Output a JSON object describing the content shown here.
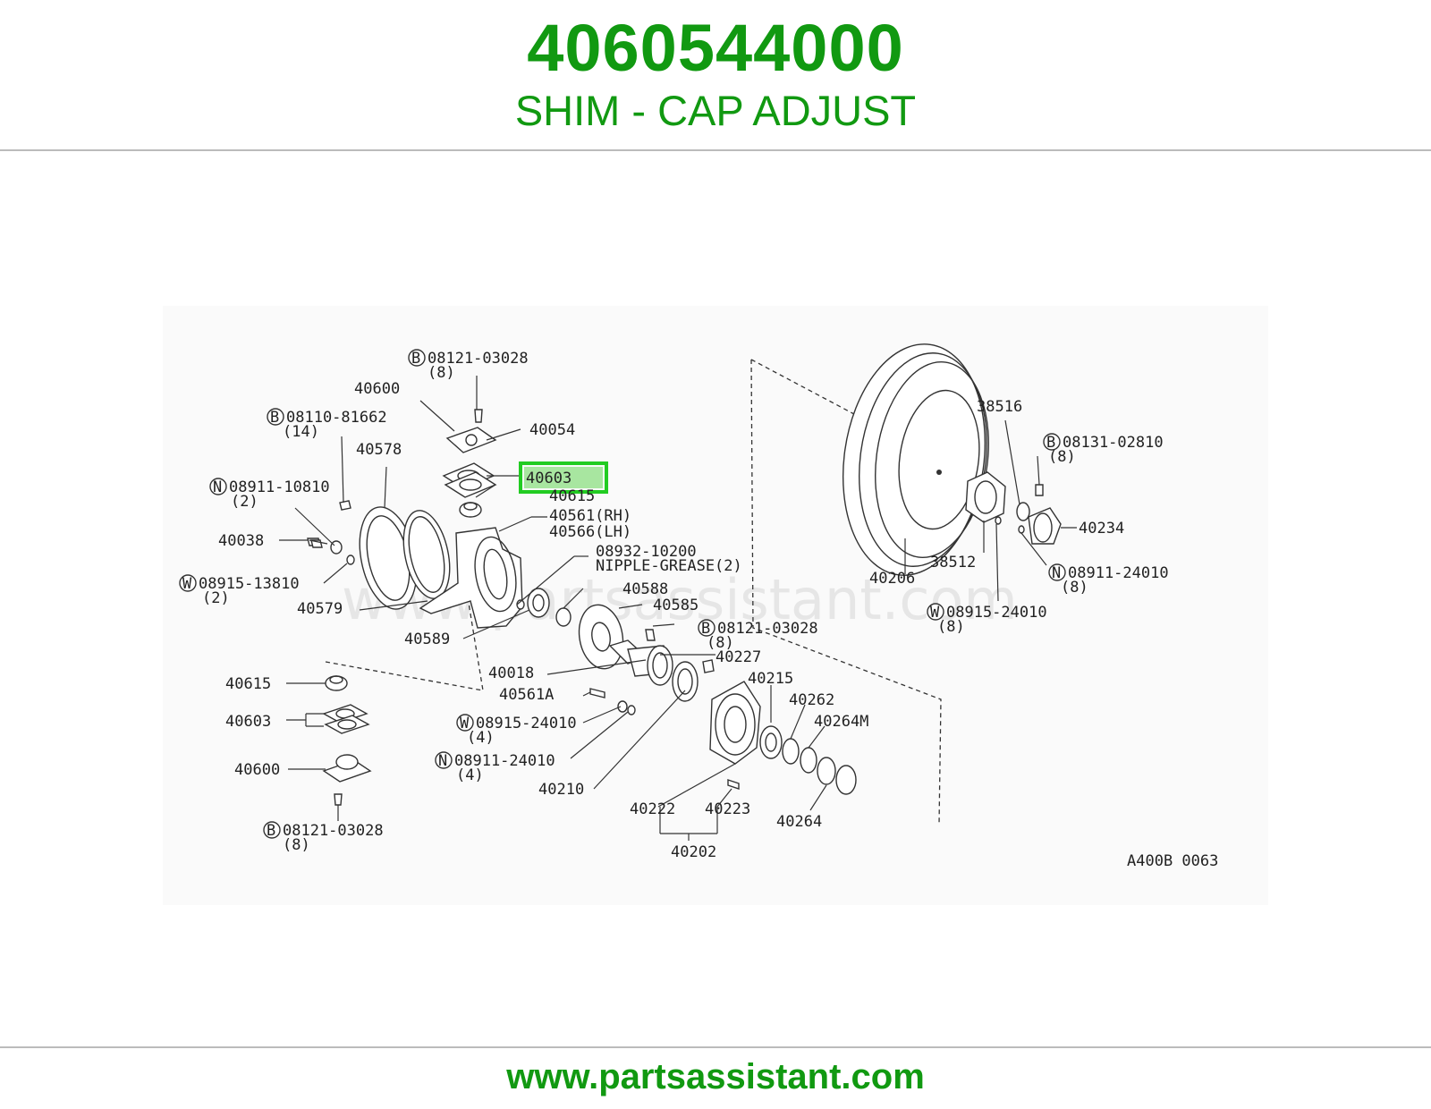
{
  "header": {
    "part_number": "4060544000",
    "description": "SHIM - CAP ADJUST"
  },
  "footer": {
    "url": "www.partsassistant.com"
  },
  "diagram": {
    "watermark": "www.partsassistant.com",
    "code": "A400B 0063",
    "highlight_color": "#22cc22",
    "highlighted_callout": "40603",
    "callouts": {
      "c_b08121_top": "08121-03028",
      "c_b08121_top_q": "(8)",
      "c_40600_top": "40600",
      "c_b08110": "08110-81662",
      "c_b08110_q": "(14)",
      "c_40054": "40054",
      "c_40578": "40578",
      "c_40603_top": "40603",
      "c_40615_top": "40615",
      "c_n08911_left": "08911-10810",
      "c_n08911_left_q": "(2)",
      "c_40561": "40561(RH)",
      "c_40566": "40566(LH)",
      "c_40038": "40038",
      "c_08932": "08932-10200",
      "c_nipple": "NIPPLE-GREASE(2)",
      "c_w08915_left": "08915-13810",
      "c_w08915_left_q": "(2)",
      "c_40588": "40588",
      "c_40579": "40579",
      "c_40585": "40585",
      "c_b08121_mid": "08121-03028",
      "c_b08121_mid_q": "(8)",
      "c_40589": "40589",
      "c_40227": "40227",
      "c_40018": "40018",
      "c_40615_bot": "40615",
      "c_40561a": "40561A",
      "c_40215": "40215",
      "c_40262": "40262",
      "c_40603_bot": "40603",
      "c_w08915_mid": "08915-24010",
      "c_w08915_mid_q": "(4)",
      "c_40264m": "40264M",
      "c_n08911_mid": "08911-24010",
      "c_n08911_mid_q": "(4)",
      "c_40600_bot": "40600",
      "c_40210": "40210",
      "c_40222": "40222",
      "c_40223": "40223",
      "c_40264": "40264",
      "c_b08121_bot": "08121-03028",
      "c_b08121_bot_q": "(8)",
      "c_40202": "40202",
      "c_38516": "38516",
      "c_b08131": "08131-02810",
      "c_b08131_q": "(8)",
      "c_40234": "40234",
      "c_38512": "38512",
      "c_n08911_right": "08911-24010",
      "c_n08911_right_q": "(8)",
      "c_40206": "40206",
      "c_w08915_right": "08915-24010",
      "c_w08915_right_q": "(8)"
    },
    "symbols": {
      "bolt": "B",
      "nut": "N",
      "washer": "W"
    }
  }
}
